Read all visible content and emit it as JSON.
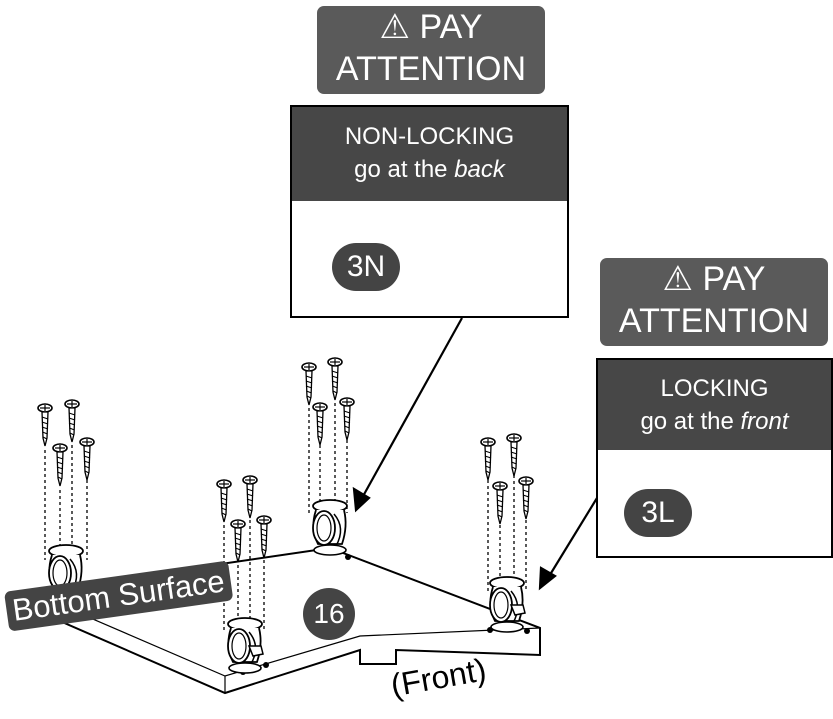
{
  "warnings": [
    {
      "icon": "warning-triangle-icon",
      "line1": "⚠ PAY",
      "line2": "ATTENTION"
    },
    {
      "icon": "warning-triangle-icon",
      "line1": "⚠ PAY",
      "line2": "ATTENTION"
    }
  ],
  "casters": {
    "non_locking": {
      "title": "NON-LOCKING",
      "prefix": "go at the ",
      "emphasis": "back",
      "part_code": "3N"
    },
    "locking": {
      "title": "LOCKING",
      "prefix": "go at the ",
      "emphasis": "front",
      "part_code": "3L"
    }
  },
  "board": {
    "label": "Bottom Surface",
    "part_code": "16",
    "direction": "(Front)"
  },
  "colors": {
    "dark_label": "#444444",
    "banner": "#5a5a5a",
    "board_fill": "#ffffff",
    "line": "#000000"
  }
}
